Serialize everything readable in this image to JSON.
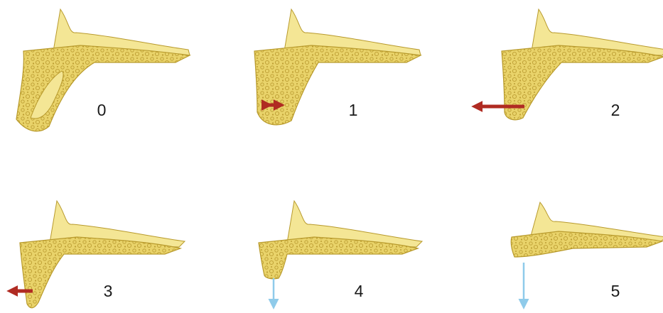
{
  "figure": {
    "colors": {
      "bone_fill": "#e9d36a",
      "bone_light": "#f4e695",
      "bone_edge": "#b89a2c",
      "trabecular_line": "#bd9e33",
      "horizontal_arrow": "#b02b22",
      "vertical_arrow": "#8fcbea"
    },
    "panels": [
      {
        "label": "0",
        "arrow": "none"
      },
      {
        "label": "1",
        "arrow": "double-horizontal"
      },
      {
        "label": "2",
        "arrow": "horizontal-left"
      },
      {
        "label": "3",
        "arrow": "horizontal-left-small"
      },
      {
        "label": "4",
        "arrow": "vertical-down"
      },
      {
        "label": "5",
        "arrow": "vertical-down"
      }
    ]
  }
}
